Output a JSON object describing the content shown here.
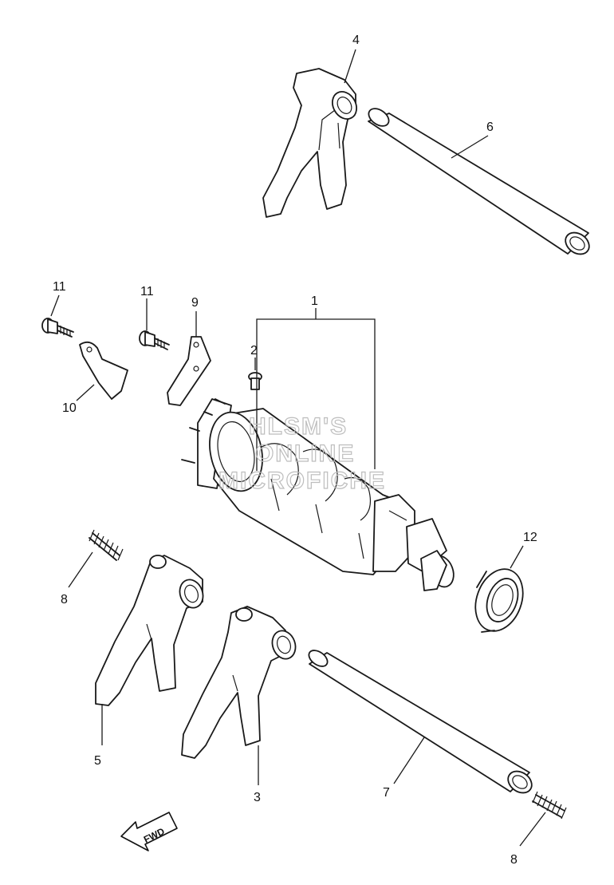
{
  "watermark": {
    "line1": "HLSM'S",
    "line2": "ONLINE",
    "line3": "MICROFICHE"
  },
  "direction_arrow": {
    "label": "FWD",
    "icon": "forward-arrow-icon"
  },
  "callouts": {
    "c1": "1",
    "c2": "2",
    "c3": "3",
    "c4": "4",
    "c5": "5",
    "c6": "6",
    "c7": "7",
    "c8a": "8",
    "c8b": "8",
    "c9": "9",
    "c10": "10",
    "c11a": "11",
    "c11b": "11",
    "c12": "12"
  }
}
